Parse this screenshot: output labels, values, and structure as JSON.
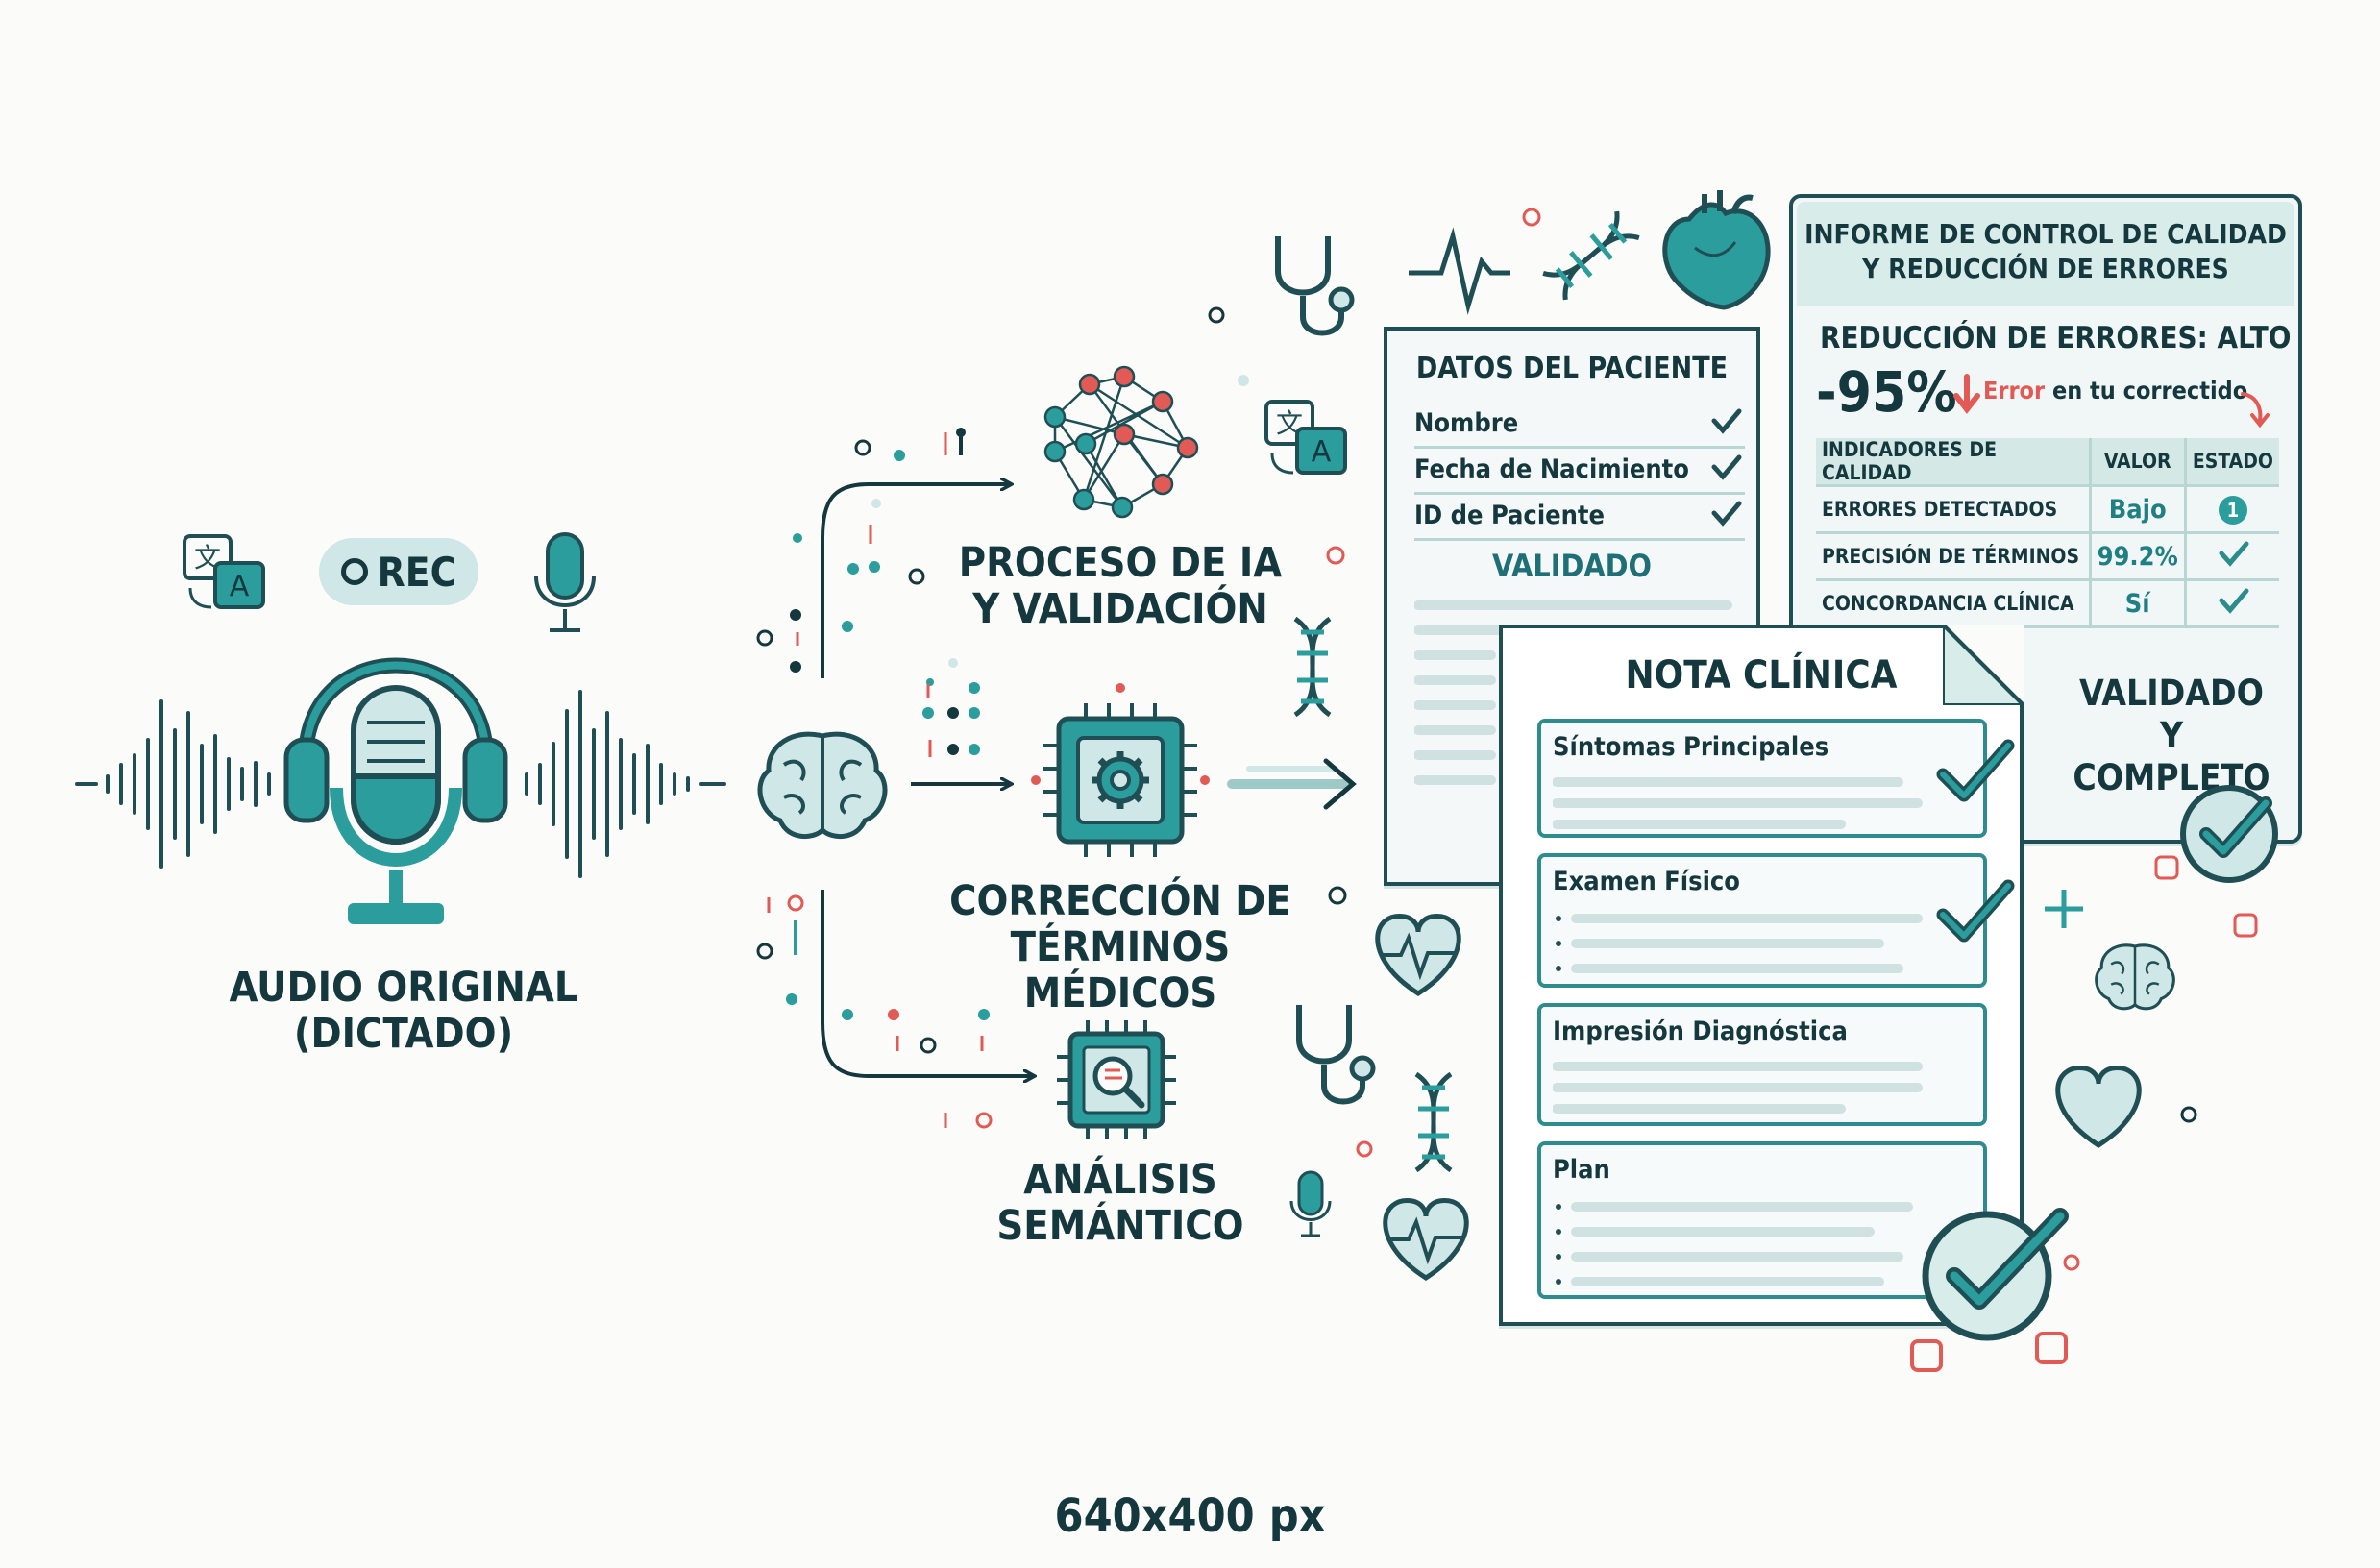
{
  "badges": {
    "rec": "REC"
  },
  "labels": {
    "audio": [
      "AUDIO ORIGINAL",
      "(DICTADO)"
    ],
    "ai_process": [
      "PROCESO DE IA",
      "Y VALIDACIÓN"
    ],
    "term_correction": [
      "CORRECCIÓN DE",
      "TÉRMINOS MÉDICOS"
    ],
    "semantic": [
      "ANÁLISIS",
      "SEMÁNTICO"
    ]
  },
  "patient_doc": {
    "title": "DATOS DEL PACIENTE",
    "rows": [
      "Nombre",
      "Fecha de Nacimiento",
      "ID de Paciente"
    ],
    "status": "VALIDADO"
  },
  "report": {
    "title": [
      "INFORME DE CONTROL DE CALIDAD",
      "Y REDUCCIÓN DE ERRORES"
    ],
    "reduction_label": "REDUCCIÓN DE ERRORES: ALTO",
    "reduction_value": "-95%",
    "error_word": "Error",
    "error_rest": "en tu correctido",
    "columns": [
      "INDICADORES DE CALIDAD",
      "VALOR",
      "ESTADO"
    ],
    "rows": [
      {
        "indicator": "ERRORES DETECTADOS",
        "value": "Bajo",
        "status_icon": "info-1-icon",
        "status_text": "1"
      },
      {
        "indicator": "PRECISIÓN DE TÉRMINOS",
        "value": "99.2%",
        "status_icon": "check-icon"
      },
      {
        "indicator": "CONCORDANCIA CLÍNICA",
        "value": "Sí",
        "status_icon": "check-icon"
      }
    ]
  },
  "note": {
    "title": "NOTA CLÍNICA",
    "sections": [
      "Síntomas Principales",
      "Examen Físico",
      "Impresión Diagnóstica",
      "Plan"
    ]
  },
  "validated": [
    "VALIDADO",
    "Y COMPLETO"
  ],
  "footer": "640x400 px",
  "colors": {
    "teal": "#2a9d9c",
    "teal_light": "#cfe7e6",
    "dark": "#14383d",
    "accent_red": "#e25a55"
  }
}
